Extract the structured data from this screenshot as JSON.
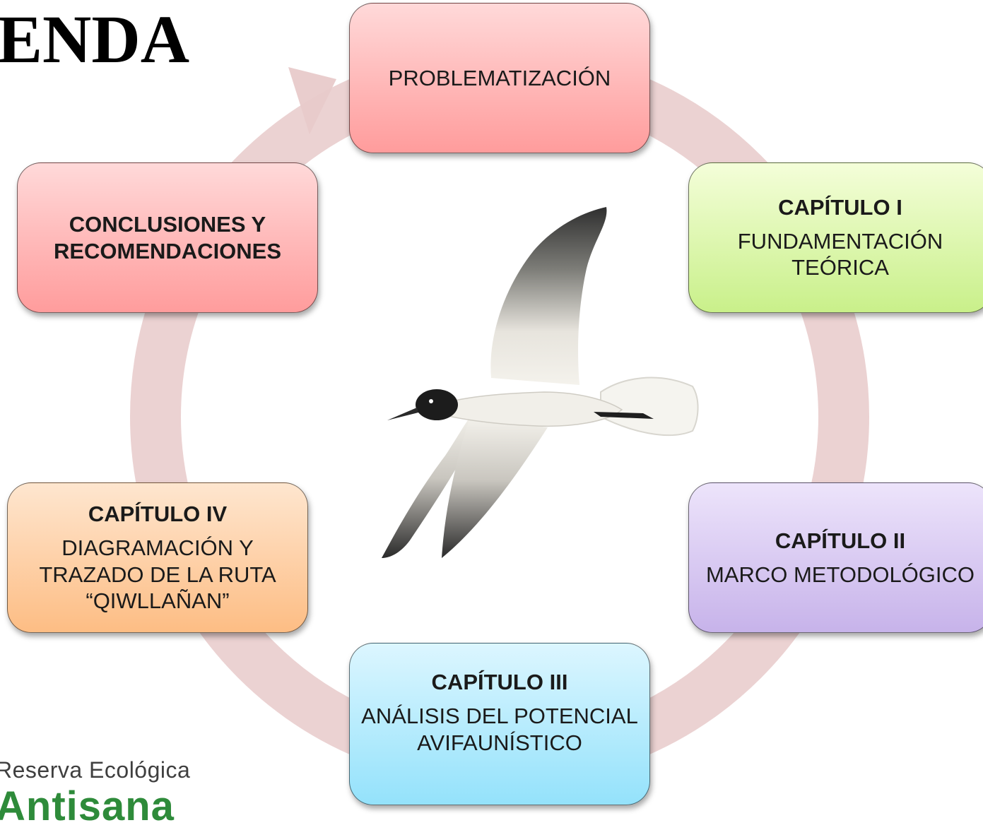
{
  "title": "ENDA",
  "cycle": {
    "problem": {
      "body": "PROBLEMATIZACIÓN"
    },
    "cap1": {
      "head": "CAPÍTULO I",
      "body": [
        "FUNDAMENTACIÓN",
        "TEÓRICA"
      ]
    },
    "cap2": {
      "head": "CAPÍTULO II",
      "body": [
        "MARCO METODOLÓGICO"
      ]
    },
    "cap3": {
      "head": "CAPÍTULO III",
      "body": [
        "ANÁLISIS DEL POTENCIAL",
        "AVIFAUNÍSTICO"
      ]
    },
    "cap4": {
      "head": "CAPÍTULO IV",
      "body": [
        "DIAGRAMACIÓN Y",
        "TRAZADO DE LA RUTA",
        "“QIWLLAÑAN”"
      ]
    },
    "conclusions": {
      "body": [
        "CONCLUSIONES Y",
        "RECOMENDACIONES"
      ]
    }
  },
  "logo": {
    "line1": "Reserva Ecológica",
    "line2": "Antisana"
  },
  "colors": {
    "ring": "#e8c9c9",
    "problem": "#ffb3b3",
    "cap1": "#dcf7a8",
    "cap2": "#d8c9f2",
    "cap3": "#b6ecfc",
    "cap4": "#fdd0a6",
    "conclusions": "#ffb3b3",
    "logo_green": "#2e8b3a"
  }
}
